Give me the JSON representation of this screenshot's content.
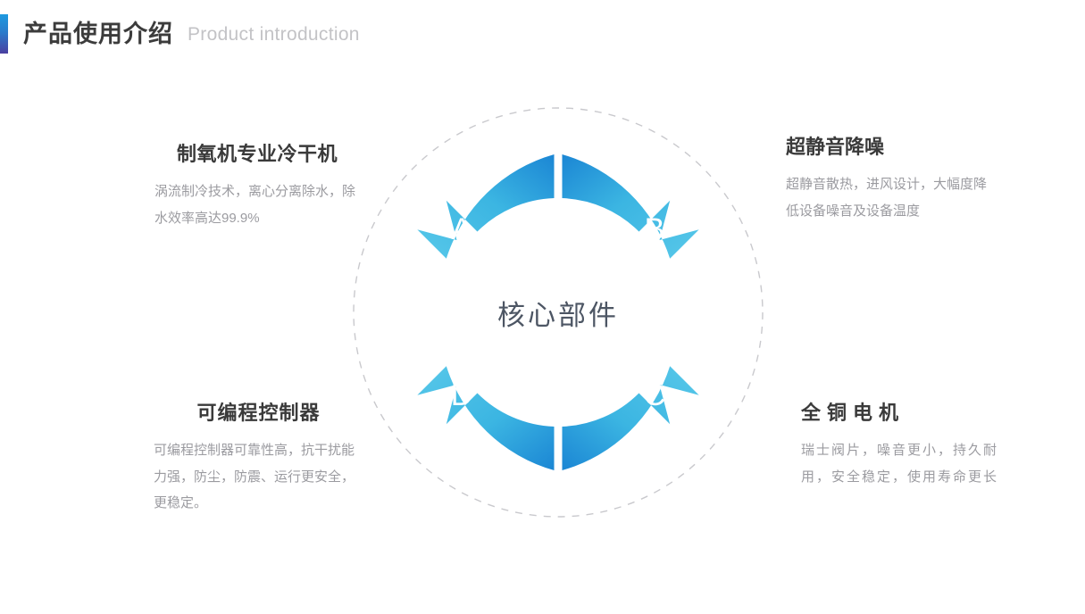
{
  "header": {
    "title_cn": "产品使用介绍",
    "title_en": "Product introduction",
    "accent_top_color": "#1e9ae0",
    "accent_bottom_color": "#4a3fa0"
  },
  "diagram": {
    "center_label": "核心部件",
    "outer_dashed_circle": true,
    "segments": [
      {
        "key": "A",
        "letter": "A",
        "position": "top-left",
        "gradient_from": "#54c6e8",
        "gradient_to": "#1b86d4"
      },
      {
        "key": "B",
        "letter": "B",
        "position": "top-right",
        "gradient_from": "#54c6e8",
        "gradient_to": "#1b86d4"
      },
      {
        "key": "C",
        "letter": "C",
        "position": "bottom-right",
        "gradient_from": "#54c6e8",
        "gradient_to": "#1b86d4"
      },
      {
        "key": "D",
        "letter": "D",
        "position": "bottom-left",
        "gradient_from": "#54c6e8",
        "gradient_to": "#1b86d4"
      }
    ]
  },
  "blocks": {
    "a": {
      "heading": "制氧机专业冷干机",
      "body": "涡流制冷技术，离心分离除水，除水效率高达99.9%"
    },
    "b": {
      "heading": "超静音降噪",
      "body": "超静音散热，进风设计，大幅度降低设备噪音及设备温度"
    },
    "c": {
      "heading": "全铜电机",
      "body": "瑞士阀片，噪音更小，持久耐用，安全稳定，使用寿命更长"
    },
    "d": {
      "heading": "可编程控制器",
      "body": "可编程控制器可靠性高，抗干扰能力强，防尘，防震、运行更安全，更稳定。"
    }
  }
}
